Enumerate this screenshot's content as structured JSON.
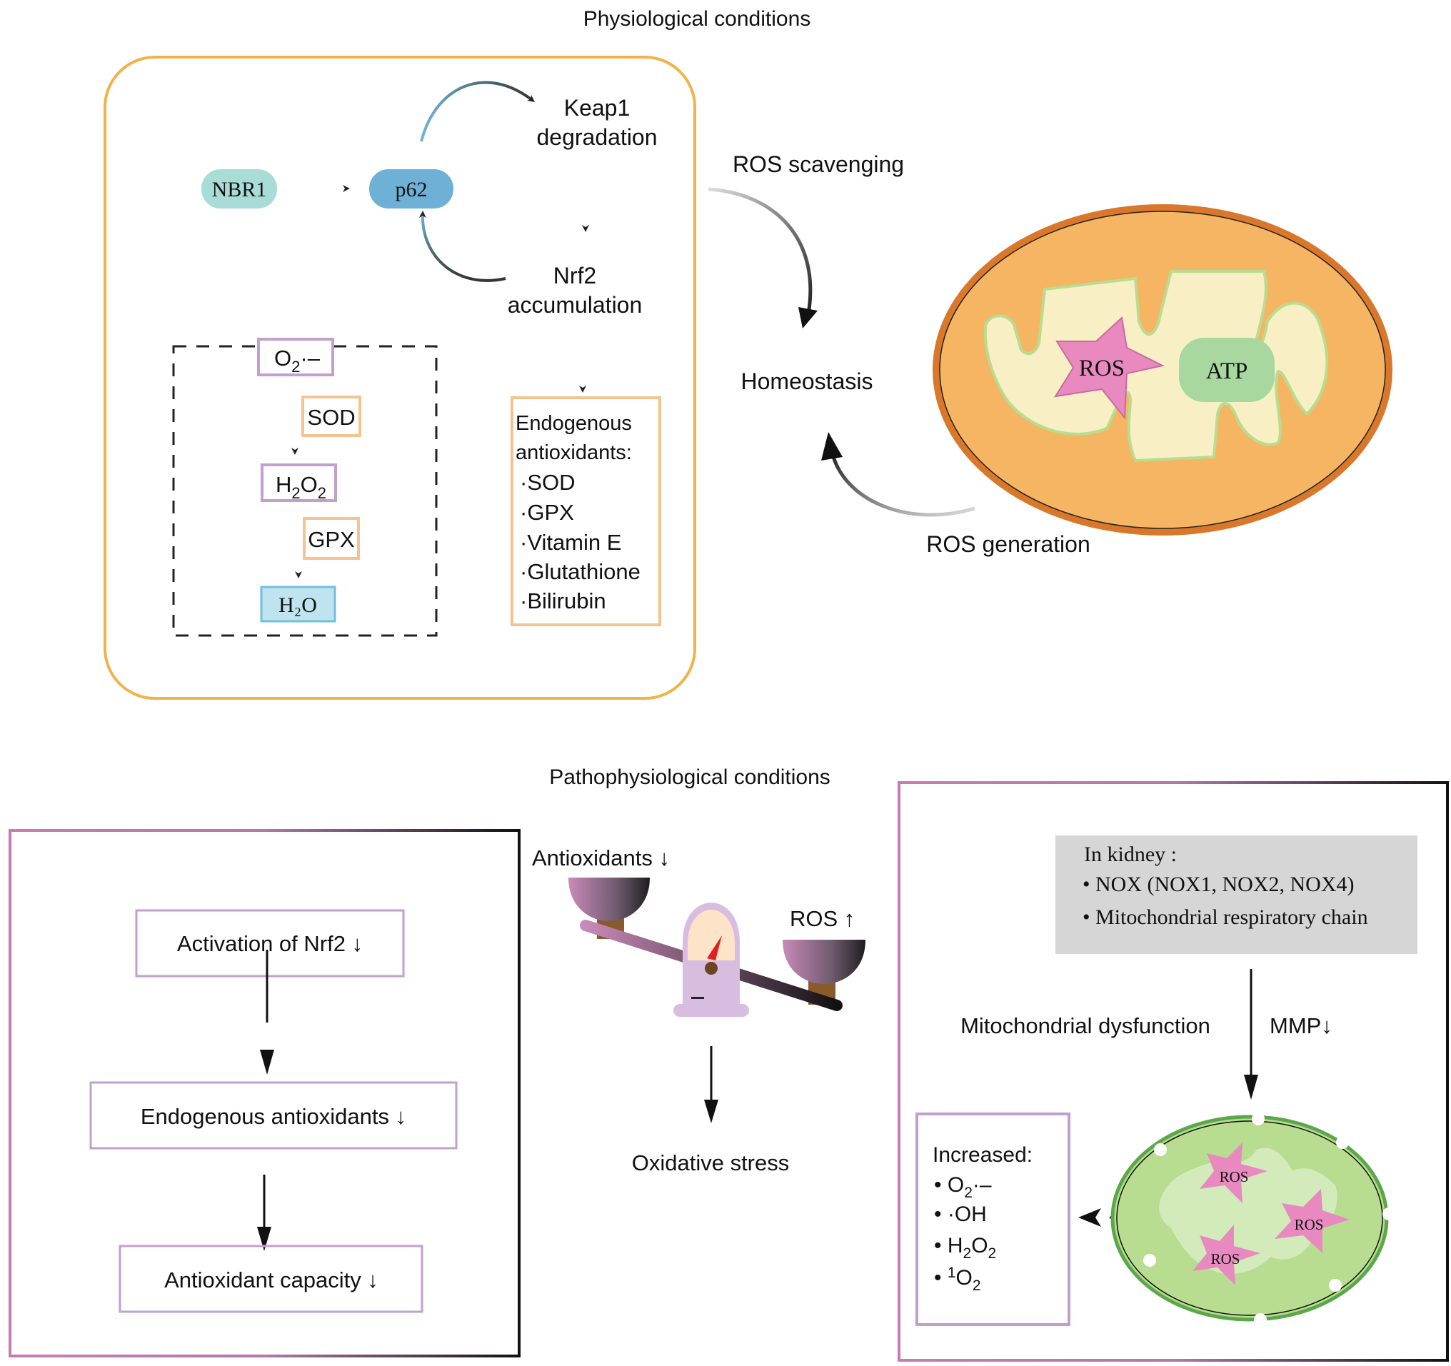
{
  "top": {
    "title": "Physiological conditions",
    "pathway": {
      "nbr1": "NBR1",
      "p62": "p62",
      "keap1_line1": "Keap1",
      "keap1_line2": "degradation",
      "nrf2_line1": "Nrf2",
      "nrf2_line2": "accumulation"
    },
    "reaction": {
      "superoxide": "O",
      "superoxide_sub": "2",
      "superoxide_sup": "·–",
      "sod": "SOD",
      "h2o2_h": "H",
      "h2o2_sub1": "2",
      "h2o2_o": "O",
      "h2o2_sub2": "2",
      "gpx": "GPX",
      "water": "H₂O"
    },
    "antioxidants": {
      "heading_line1": "Endogenous",
      "heading_line2": "antioxidants:",
      "items": [
        "SOD",
        "GPX",
        "Vitamin E",
        "Glutathione",
        "Bilirubin"
      ]
    },
    "ros_scavenging": "ROS scavenging",
    "homeostasis": "Homeostasis",
    "ros_generation": "ROS generation",
    "mito": {
      "ros": "ROS",
      "atp": "ATP"
    }
  },
  "bottom": {
    "title": "Pathophysiological conditions",
    "left": {
      "boxes": [
        "Activation of Nrf2  ↓",
        "Endogenous antioxidants ↓",
        "Antioxidant capacity ↓"
      ]
    },
    "middle": {
      "antioxidants": "Antioxidants  ↓",
      "ros": "ROS ↑",
      "oxidative_stress": "Oxidative stress"
    },
    "right": {
      "kidney_heading": "In kidney :",
      "kidney_items": [
        "NOX (NOX1, NOX2, NOX4)",
        "Mitochondrial respiratory chain"
      ],
      "mito_dysfunction": "Mitochondrial dysfunction",
      "mmp": "MMP↓",
      "increased_heading": "Increased:",
      "increased_items": [
        {
          "base": "O",
          "sub": "2",
          "sup": "·–"
        },
        {
          "base": "·OH"
        },
        {
          "base": "H",
          "sub": "2",
          "base2": "O",
          "sub2": "2"
        },
        {
          "pre_sup": "1",
          "base": "O",
          "sub": "2"
        }
      ],
      "mito_ros": [
        "ROS",
        "ROS",
        "ROS"
      ]
    }
  },
  "colors": {
    "orange_frame": "#f0b24a",
    "purple_box": "#c39fcd",
    "orange_box": "#f5c48e",
    "pink_frame": "#c87bb2",
    "mito_orange": "#f5b562",
    "mito_edge": "#d9782a",
    "cristae": "#f8f0c4",
    "ros_pink": "#e88ac0",
    "atp_green": "#a8d8a0",
    "mito_green": "#b8dc90",
    "grey_box": "#d6d6d6"
  }
}
